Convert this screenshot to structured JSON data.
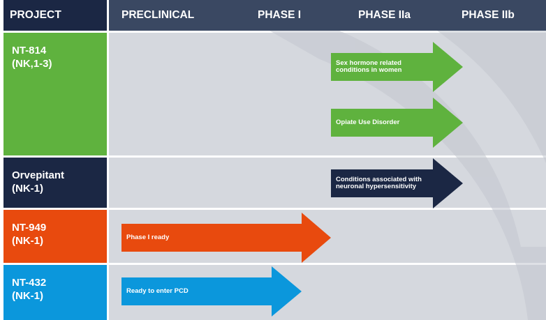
{
  "header": {
    "project": "PROJECT",
    "phases": [
      "PRECLINICAL",
      "PHASE I",
      "PHASE IIa",
      "PHASE IIb"
    ]
  },
  "projects": [
    {
      "name": "NT-814",
      "target": "(NK,1-3)",
      "color": "#5fb23e"
    },
    {
      "name": "Orvepitant",
      "target": "(NK-1)",
      "color": "#1b2744"
    },
    {
      "name": "NT-949",
      "target": "(NK-1)",
      "color": "#e84a0e"
    },
    {
      "name": "NT-432",
      "target": "(NK-1)",
      "color": "#0b97dc"
    }
  ],
  "indications": [
    {
      "label": "Sex hormone related conditions in women",
      "project": "NT-814",
      "reaches": "PHASE IIb"
    },
    {
      "label": "Opiate Use Disorder",
      "project": "NT-814",
      "reaches": "PHASE IIb"
    },
    {
      "label": "Conditions associated with neuronal hypersensitivity",
      "project": "Orvepitant",
      "reaches": "PHASE IIb"
    },
    {
      "label": "Phase I ready",
      "project": "NT-949",
      "reaches": "PHASE I"
    },
    {
      "label": "Ready to enter PCD",
      "project": "NT-432",
      "reaches": "PHASE I"
    }
  ],
  "colors": {
    "header_dark": "#1b2744",
    "header_mid": "#3a4862",
    "lane_bg": "#d5d8de",
    "green": "#5fb23e",
    "navy": "#1b2744",
    "orange": "#e84a0e",
    "blue": "#0b97dc"
  }
}
